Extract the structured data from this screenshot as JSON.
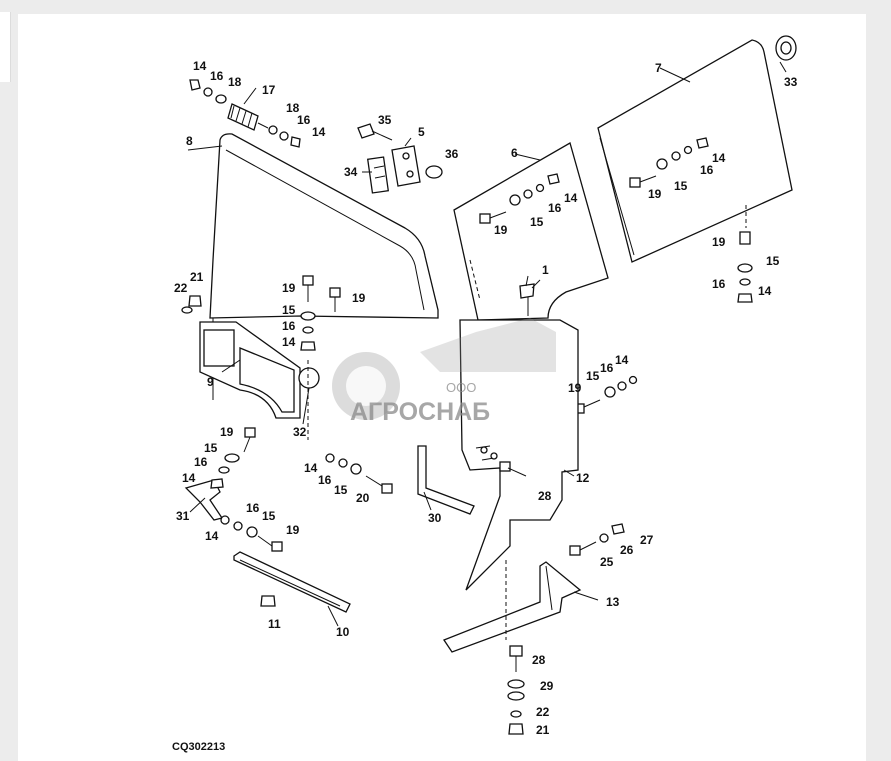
{
  "figure_code": "CQ302213",
  "watermark": {
    "company": "АГРОСНАБ",
    "prefix": "ООО"
  },
  "callouts": [
    {
      "id": "c14a",
      "text": "14"
    },
    {
      "id": "c16a",
      "text": "16"
    },
    {
      "id": "c18a",
      "text": "18"
    },
    {
      "id": "c17",
      "text": "17"
    },
    {
      "id": "c18b",
      "text": "18"
    },
    {
      "id": "c16b",
      "text": "16"
    },
    {
      "id": "c14b",
      "text": "14"
    },
    {
      "id": "c35",
      "text": "35"
    },
    {
      "id": "c5",
      "text": "5"
    },
    {
      "id": "c36",
      "text": "36"
    },
    {
      "id": "c34",
      "text": "34"
    },
    {
      "id": "c8",
      "text": "8"
    },
    {
      "id": "c6",
      "text": "6"
    },
    {
      "id": "c7",
      "text": "7"
    },
    {
      "id": "c33",
      "text": "33"
    },
    {
      "id": "c14c",
      "text": "14"
    },
    {
      "id": "c16c",
      "text": "16"
    },
    {
      "id": "c15a",
      "text": "15"
    },
    {
      "id": "c19a",
      "text": "19"
    },
    {
      "id": "c14d",
      "text": "14"
    },
    {
      "id": "c16d",
      "text": "16"
    },
    {
      "id": "c15b",
      "text": "15"
    },
    {
      "id": "c19b",
      "text": "19"
    },
    {
      "id": "c19c",
      "text": "19"
    },
    {
      "id": "c15c",
      "text": "15"
    },
    {
      "id": "c16e",
      "text": "16"
    },
    {
      "id": "c14e",
      "text": "14"
    },
    {
      "id": "c1",
      "text": "1"
    },
    {
      "id": "c21a",
      "text": "21"
    },
    {
      "id": "c22a",
      "text": "22"
    },
    {
      "id": "c19d",
      "text": "19"
    },
    {
      "id": "c15d",
      "text": "15"
    },
    {
      "id": "c16f",
      "text": "16"
    },
    {
      "id": "c14f",
      "text": "14"
    },
    {
      "id": "c19e",
      "text": "19"
    },
    {
      "id": "c9",
      "text": "9"
    },
    {
      "id": "c32",
      "text": "32"
    },
    {
      "id": "c19f",
      "text": "19"
    },
    {
      "id": "c15e",
      "text": "15"
    },
    {
      "id": "c16g",
      "text": "16"
    },
    {
      "id": "c14g",
      "text": "14"
    },
    {
      "id": "c19g",
      "text": "19"
    },
    {
      "id": "c15f",
      "text": "15"
    },
    {
      "id": "c16h",
      "text": "16"
    },
    {
      "id": "c14h",
      "text": "14"
    },
    {
      "id": "c14i",
      "text": "14"
    },
    {
      "id": "c16i",
      "text": "16"
    },
    {
      "id": "c15g",
      "text": "15"
    },
    {
      "id": "c20",
      "text": "20"
    },
    {
      "id": "c28a",
      "text": "28"
    },
    {
      "id": "c12",
      "text": "12"
    },
    {
      "id": "c30",
      "text": "30"
    },
    {
      "id": "c31",
      "text": "31"
    },
    {
      "id": "c14j",
      "text": "14"
    },
    {
      "id": "c16j",
      "text": "16"
    },
    {
      "id": "c15h",
      "text": "15"
    },
    {
      "id": "c19h",
      "text": "19"
    },
    {
      "id": "c11",
      "text": "11"
    },
    {
      "id": "c10",
      "text": "10"
    },
    {
      "id": "c27",
      "text": "27"
    },
    {
      "id": "c26",
      "text": "26"
    },
    {
      "id": "c25",
      "text": "25"
    },
    {
      "id": "c13",
      "text": "13"
    },
    {
      "id": "c28b",
      "text": "28"
    },
    {
      "id": "c29",
      "text": "29"
    },
    {
      "id": "c22b",
      "text": "22"
    },
    {
      "id": "c21b",
      "text": "21"
    }
  ]
}
